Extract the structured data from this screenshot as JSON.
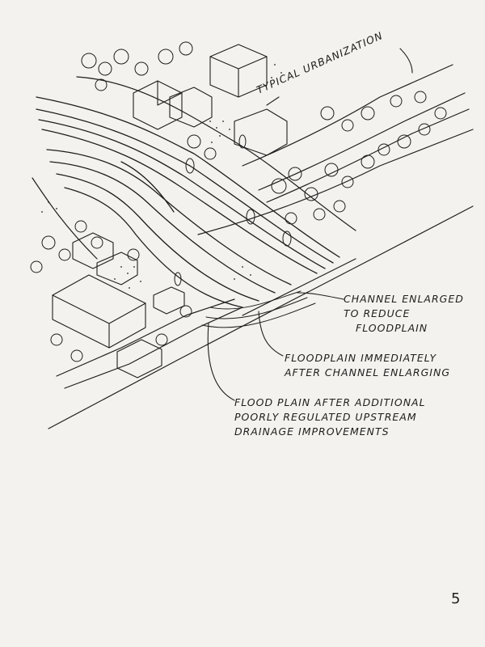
{
  "labels": {
    "typical_urbanization": "Typical urbanization",
    "channel_enlarged": [
      "Channel enlarged",
      "to reduce",
      "floodplain"
    ],
    "floodplain_immediately": [
      "Floodplain immediately",
      "after channel enlarging"
    ],
    "floodplain_additional": [
      "Flood plain after additional",
      "poorly regulated upstream",
      "drainage improvements"
    ]
  },
  "page_number": "5",
  "colors": {
    "ink": "#1e1e1e",
    "paper": "#f3f2ee"
  }
}
